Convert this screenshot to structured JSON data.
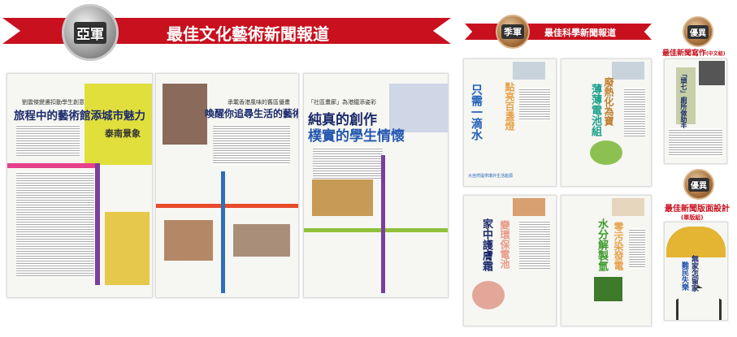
{
  "awards": {
    "silver": {
      "medal": "亞軍",
      "title": "最佳文化藝術新聞報道",
      "color": "#c8101e"
    },
    "bronze": {
      "medal": "季軍",
      "title": "最佳科學新聞報道"
    },
    "merit_writing": {
      "medal": "優異",
      "title": "最佳新聞寫作",
      "group": "(中文組)"
    },
    "merit_design": {
      "medal": "優異",
      "title": "最佳新聞版面設計",
      "group": "(單版組)"
    }
  },
  "culture_pages": [
    {
      "kicker": "劉震傑變遷扣動學生創意",
      "headline": "旅程中的藝術館添城市魅力",
      "photo_text": "泰南景象"
    },
    {
      "kicker": "承載香港風味的舊區優畫",
      "headline": "喚醒你追尋生活的藝術"
    },
    {
      "kicker": "「社區畫廊」為港鐵添姿彩",
      "headline": "純真的創作",
      "headline2": "樸實的學生情懷"
    }
  ],
  "science_pages": [
    {
      "headline": "只需一滴水",
      "vertical": "點亮百盞燈",
      "caption": "大自然提供環外生活能源"
    },
    {
      "headline": "薄薄電池組",
      "vertical": "廢熱化為寶"
    },
    {
      "headline": "家中護膚霜",
      "vertical": "變環保電池"
    },
    {
      "headline": "水分解製氫",
      "vertical": "零污染發電"
    }
  ],
  "writing_page": {
    "headline": "「頭七」廁所做助手"
  },
  "design_page": {
    "headline": "無家怎留家",
    "headline2": "難民失樂"
  }
}
